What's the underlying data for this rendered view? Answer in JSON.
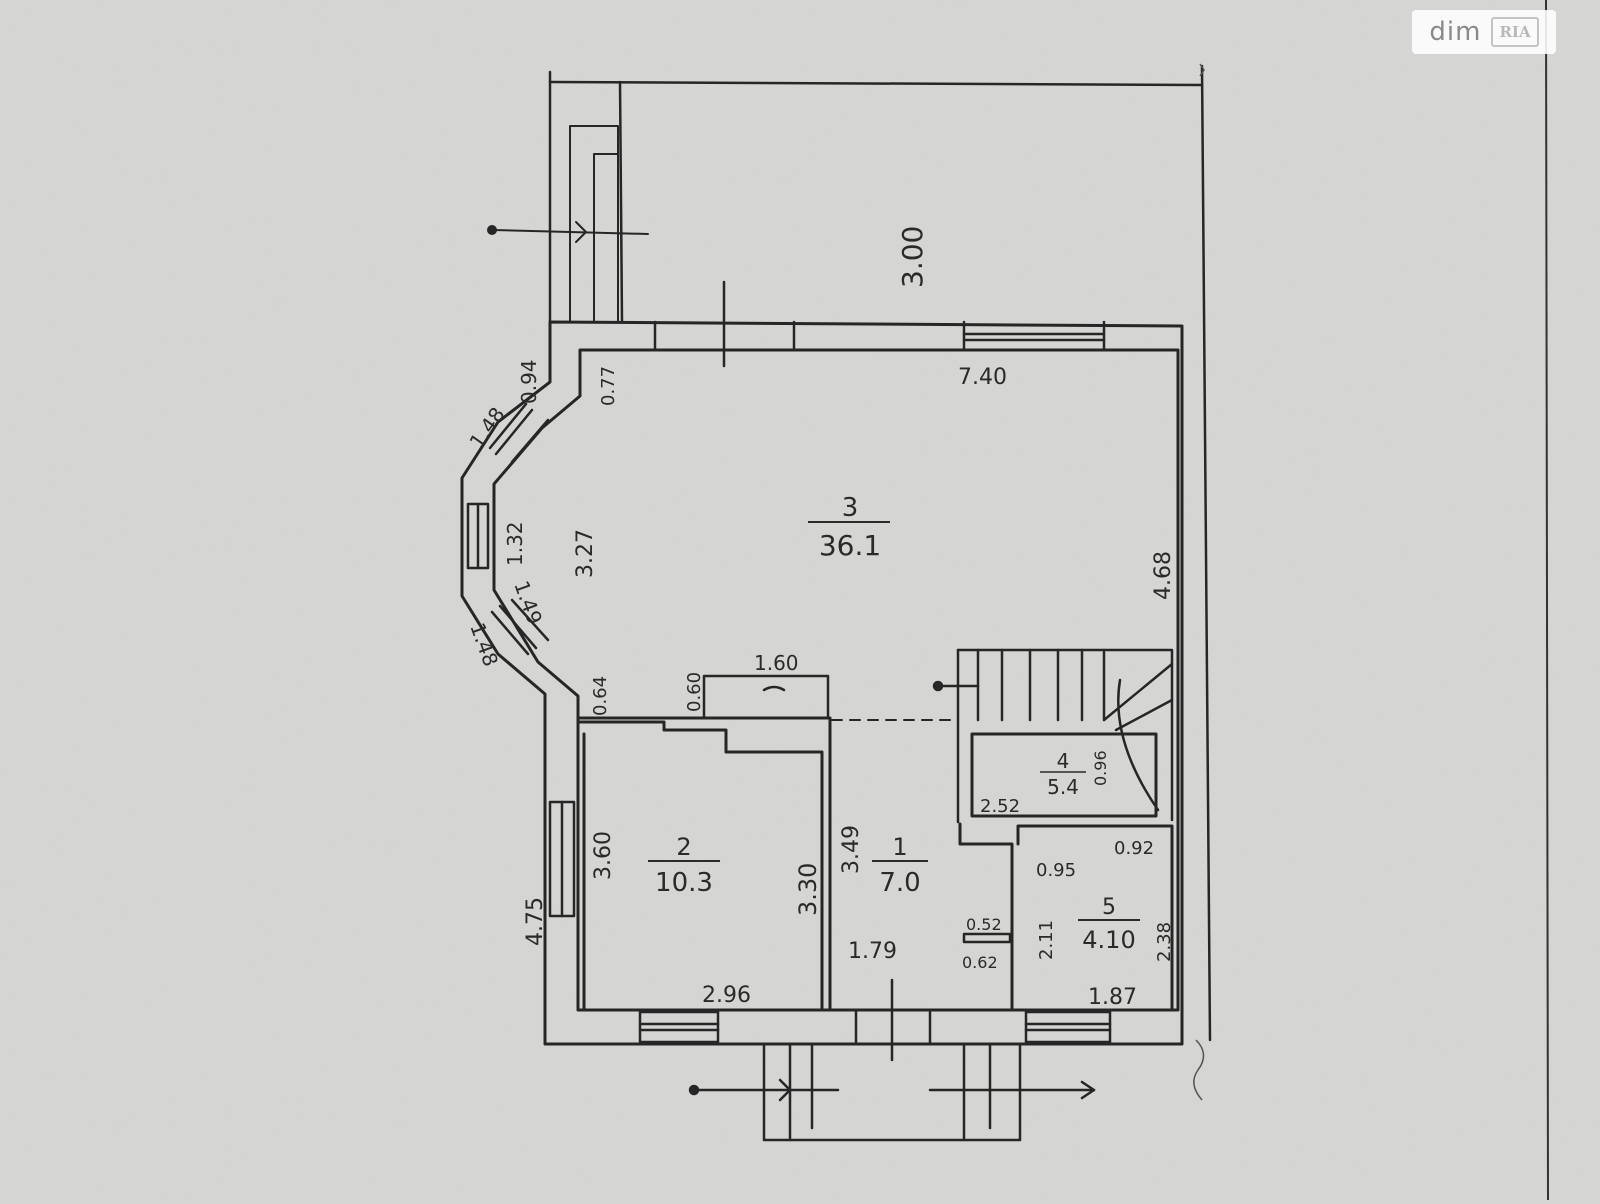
{
  "watermark": {
    "brand": "dim",
    "badge": "RIA"
  },
  "rooms": [
    {
      "id": "3",
      "number": "3",
      "area": "36.1"
    },
    {
      "id": "2",
      "number": "2",
      "area": "10.3"
    },
    {
      "id": "1",
      "number": "1",
      "area": "7.0"
    },
    {
      "id": "4",
      "number": "4",
      "area": "5.4"
    },
    {
      "id": "5",
      "number": "5",
      "area": "4.10"
    }
  ],
  "dimensions": [
    "3.00",
    "7.40",
    "4.68",
    "3.27",
    "1.32",
    "1.49",
    "1.48",
    "1.48",
    "0.94",
    "0.77",
    "0.64",
    "0.60",
    "1.60",
    "3.60",
    "4.75",
    "3.30",
    "3.49",
    "2.96",
    "1.79",
    "0.52",
    "0.62",
    "2.11",
    "0.95",
    "0.92",
    "2.38",
    "1.87",
    "2.52",
    "0.96"
  ],
  "colors": {
    "paper": "#d6d6d4",
    "ink": "#2a2a2a"
  }
}
